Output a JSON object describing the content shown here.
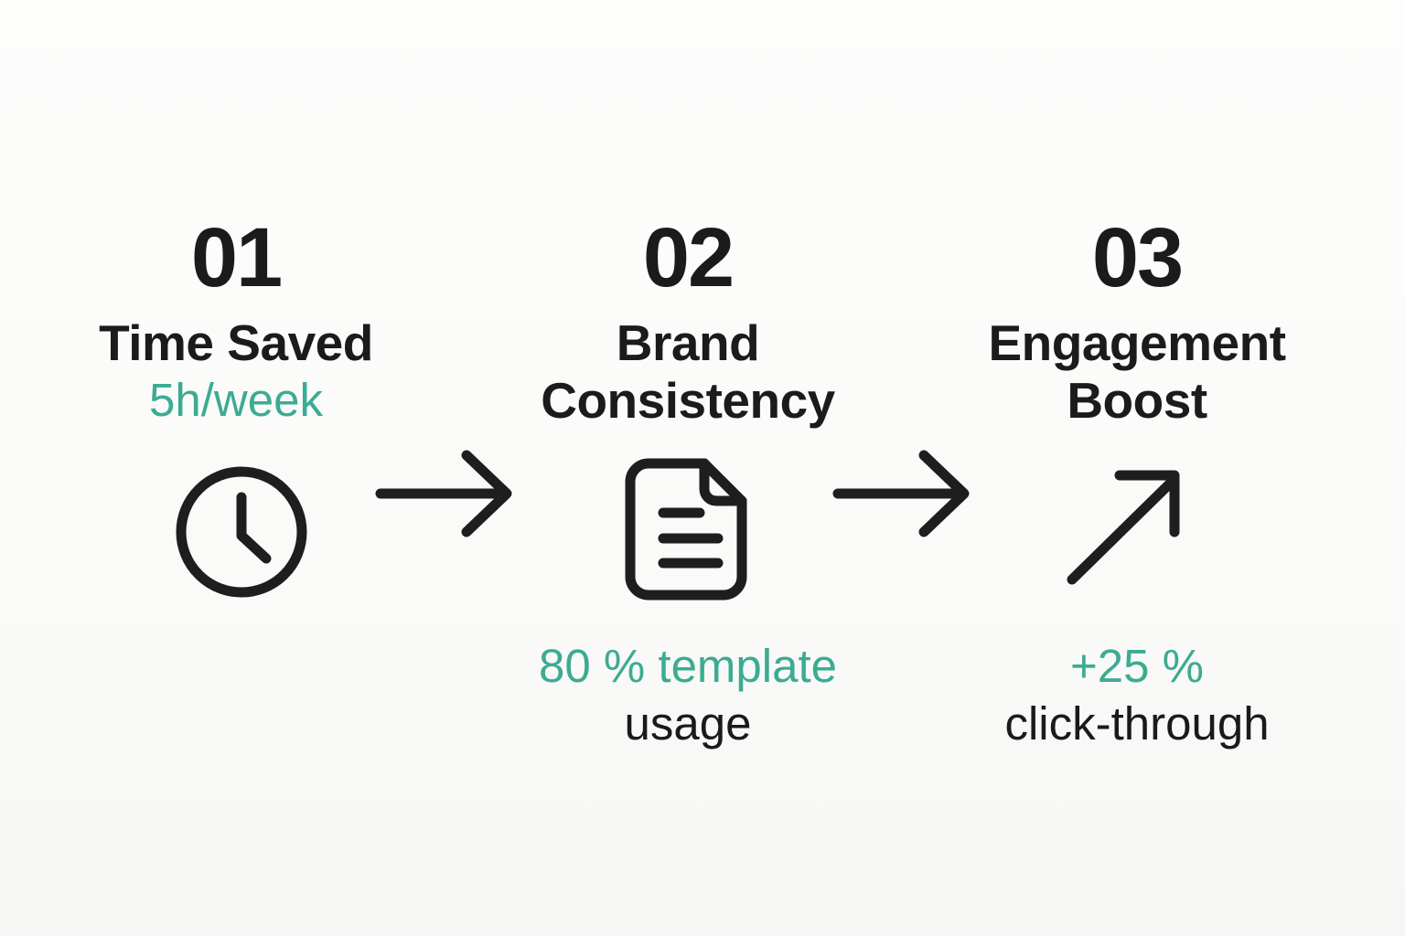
{
  "page": {
    "background_color": "#fbfbf9",
    "text_color": "#1b1b1d",
    "accent_color": "#3cab93"
  },
  "steps": [
    {
      "number": "01",
      "title": "Time Saved",
      "value": "5h/week",
      "caption": "",
      "icon": "clock-icon"
    },
    {
      "number": "02",
      "title": "Brand Consistency",
      "value": "80 % template",
      "caption": "usage",
      "icon": "document-icon"
    },
    {
      "number": "03",
      "title": "Engagement Boost",
      "value": "+25 %",
      "caption": "click-through",
      "icon": "trend-up-icon"
    }
  ],
  "connectors": [
    {
      "icon": "arrow-right-icon"
    },
    {
      "icon": "arrow-right-icon"
    }
  ]
}
